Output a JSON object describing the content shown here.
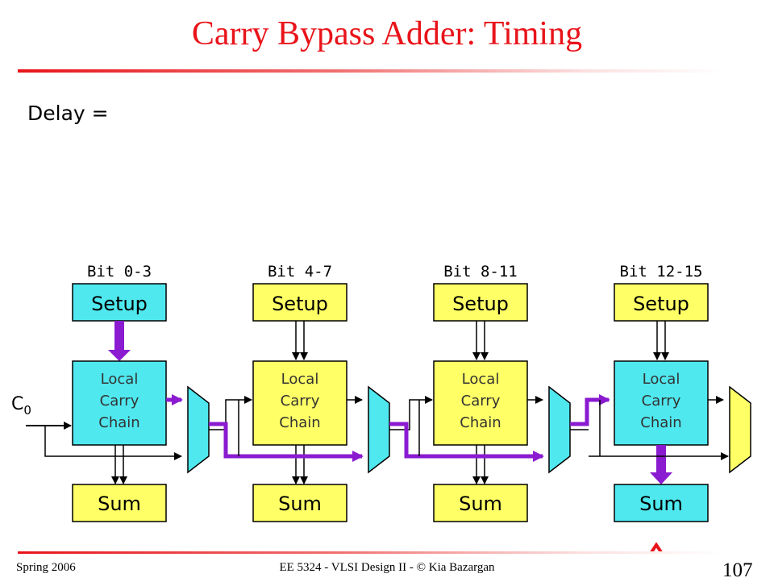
{
  "slide": {
    "title": "Carry Bypass Adder: Timing",
    "delay_label": "Delay ="
  },
  "diagram": {
    "carry_in_label": "C",
    "carry_in_subscript": "0",
    "stages": [
      {
        "bit_label": "Bit 0-3",
        "setup_label": "Setup",
        "chain_lines": [
          "Local",
          "Carry",
          "Chain"
        ],
        "sum_label": "Sum"
      },
      {
        "bit_label": "Bit 4-7",
        "setup_label": "Setup",
        "chain_lines": [
          "Local",
          "Carry",
          "Chain"
        ],
        "sum_label": "Sum"
      },
      {
        "bit_label": "Bit 8-11",
        "setup_label": "Setup",
        "chain_lines": [
          "Local",
          "Carry",
          "Chain"
        ],
        "sum_label": "Sum"
      },
      {
        "bit_label": "Bit 12-15",
        "setup_label": "Setup",
        "chain_lines": [
          "Local",
          "Carry",
          "Chain"
        ],
        "sum_label": "Sum"
      }
    ],
    "colors": {
      "setup_active": "#4fe8ef",
      "setup_idle": "#ffff66",
      "chain_active": "#4fe8ef",
      "chain_idle": "#ffff66",
      "sum": "#ffff66",
      "mux_active": "#4fe8ef",
      "mux_idle": "#ffff66",
      "critical_path": "#8a1bd0"
    }
  },
  "footer": {
    "left": "Spring 2006",
    "center": "EE 5324 - VLSI Design II - © Kia Bazargan",
    "page": "107"
  }
}
